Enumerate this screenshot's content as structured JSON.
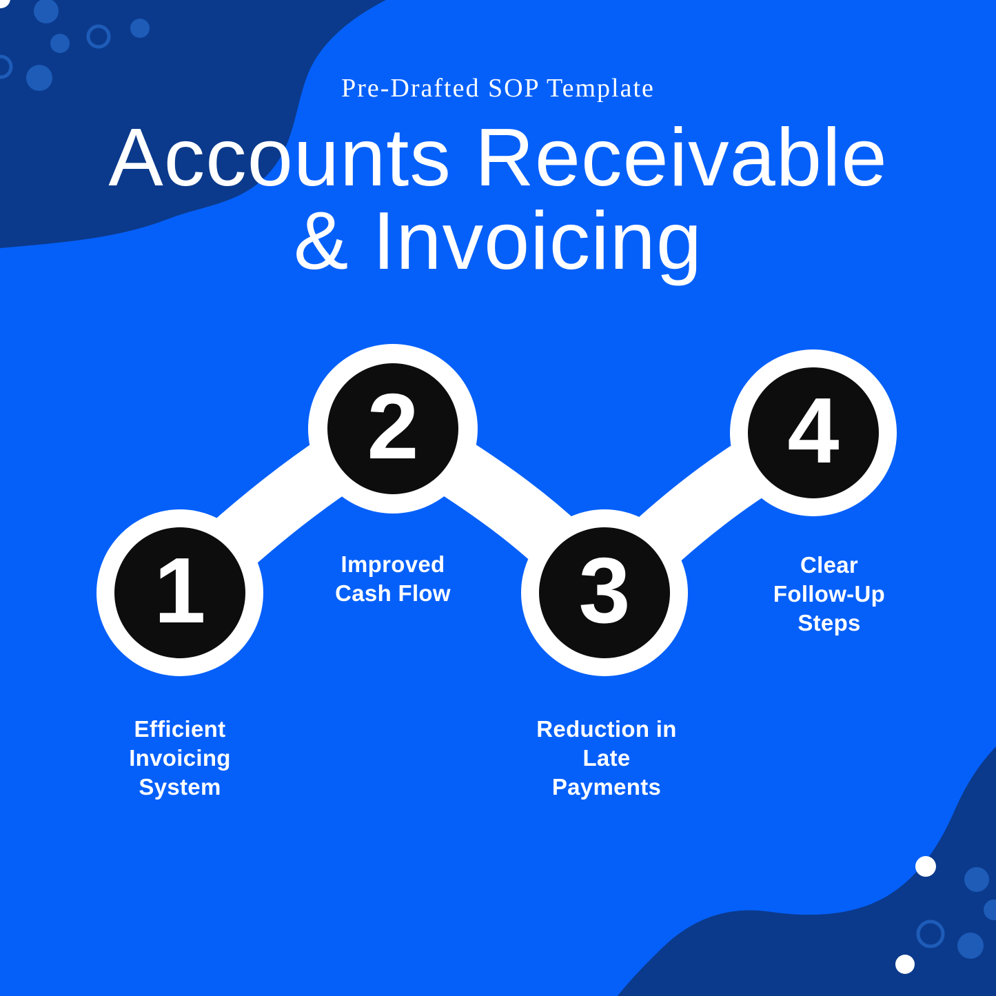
{
  "theme": {
    "bg_blue": "#0560FA",
    "navy": "#0B3A8C",
    "decor_blue": "#1E5CB8",
    "ink_black": "#0D0D0D",
    "white": "#FFFFFF"
  },
  "header": {
    "eyebrow": "Pre-Drafted SOP Template",
    "title": "Accounts Receivable\n& Invoicing"
  },
  "steps": [
    {
      "number": "1",
      "label": "Efficient\nInvoicing\nSystem"
    },
    {
      "number": "2",
      "label": "Improved\nCash Flow"
    },
    {
      "number": "3",
      "label": "Reduction in\nLate\nPayments"
    },
    {
      "number": "4",
      "label": "Clear\nFollow-Up\nSteps"
    }
  ]
}
